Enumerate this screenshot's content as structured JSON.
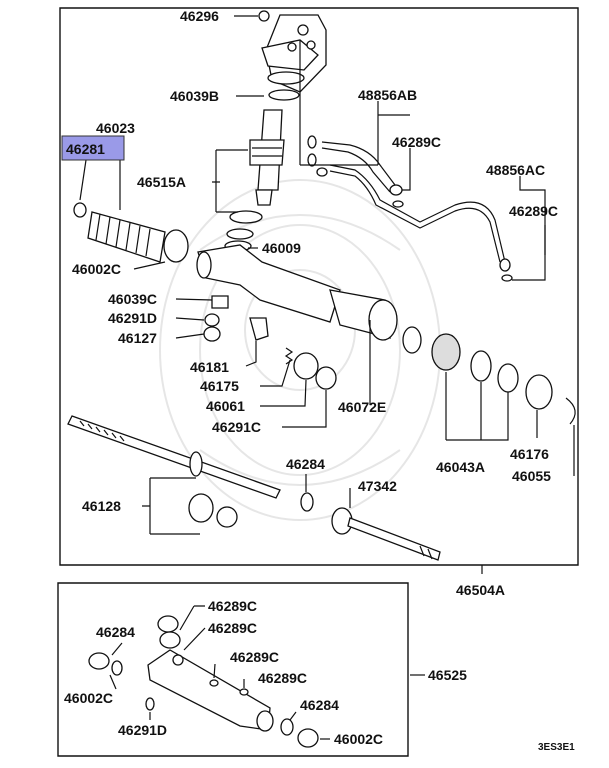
{
  "diagram": {
    "highlight_color": "#9a9ae8",
    "highlighted_part": "46281",
    "labels": {
      "p46296": "46296",
      "p46039B": "46039B",
      "p46023": "46023",
      "p46281": "46281",
      "p46515A": "46515A",
      "p48856AB": "48856AB",
      "p46289C_a": "46289C",
      "p48856AC": "48856AC",
      "p46289C_b": "46289C",
      "p46009": "46009",
      "p46002C_a": "46002C",
      "p46039C": "46039C",
      "p46291D_a": "46291D",
      "p46127": "46127",
      "p46181": "46181",
      "p46175": "46175",
      "p46061": "46061",
      "p46291C": "46291C",
      "p46072E": "46072E",
      "p46043A": "46043A",
      "p46176": "46176",
      "p46055": "46055",
      "p46284_a": "46284",
      "p47342": "47342",
      "p46128": "46128",
      "p46504A": "46504A",
      "p46289C_c": "46289C",
      "p46289C_d": "46289C",
      "p46284_b": "46284",
      "p46289C_e": "46289C",
      "p46289C_f": "46289C",
      "p46525": "46525",
      "p46002C_b": "46002C",
      "p46284_c": "46284",
      "p46291D_b": "46291D",
      "p46002C_c": "46002C"
    },
    "diagram_code": "3ES3E1"
  }
}
